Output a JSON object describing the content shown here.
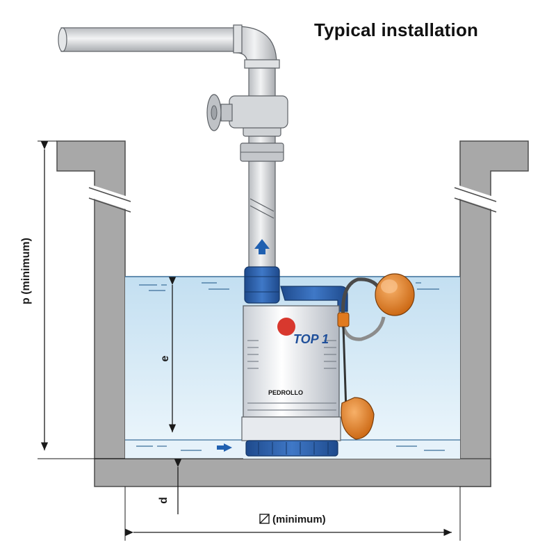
{
  "title": "Typical installation",
  "labels": {
    "p": "p (minimum)",
    "e": "e",
    "d": "d",
    "diameter": "(minimum)"
  },
  "pump": {
    "model": "TOP 1",
    "brand": "PEDROLLO"
  },
  "colors": {
    "water_top": "#c9e3f3",
    "water_bottom": "#eaf5fb",
    "wall": "#a9a9a9",
    "wall_edge": "#5a5a5a",
    "pipe": "#d8dadc",
    "pump_blue": "#2d5fa8",
    "float_orange": "#e07a1f",
    "arrow_blue": "#2060b0"
  },
  "icons": [
    "diameter-symbol-icon",
    "flow-arrow-icon",
    "valve-handwheel-icon"
  ]
}
